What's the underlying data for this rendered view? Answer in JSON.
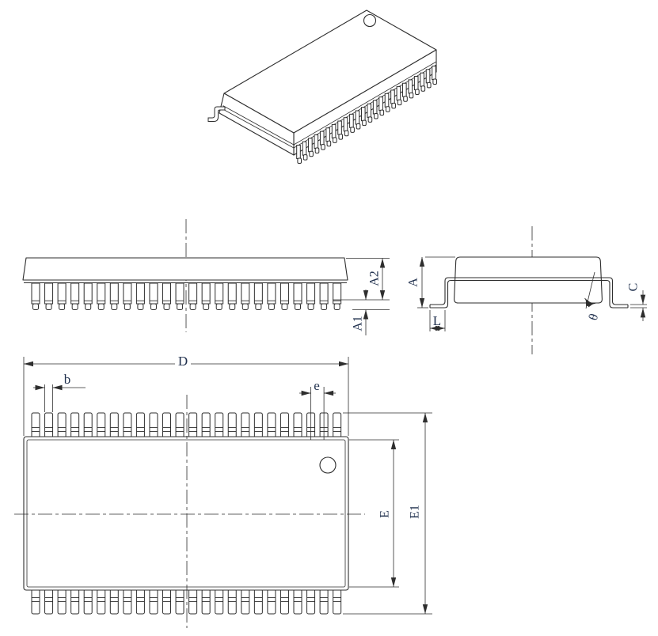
{
  "drawing": {
    "labels": {
      "D": "D",
      "b": "b",
      "e": "e",
      "E": "E",
      "E1": "E1",
      "A": "A",
      "A1": "A1",
      "A2": "A2",
      "L": "L",
      "C": "C",
      "theta": "θ"
    },
    "pin_counts": {
      "isometric_front_row": 24,
      "side_view": 24,
      "top_view_top_row": 24,
      "top_view_bottom_row": 24
    },
    "features": {
      "pin1_indicator_circle": true
    },
    "colors": {
      "line": "#2e2e2e",
      "label": "#22324f",
      "background": "#ffffff"
    }
  }
}
